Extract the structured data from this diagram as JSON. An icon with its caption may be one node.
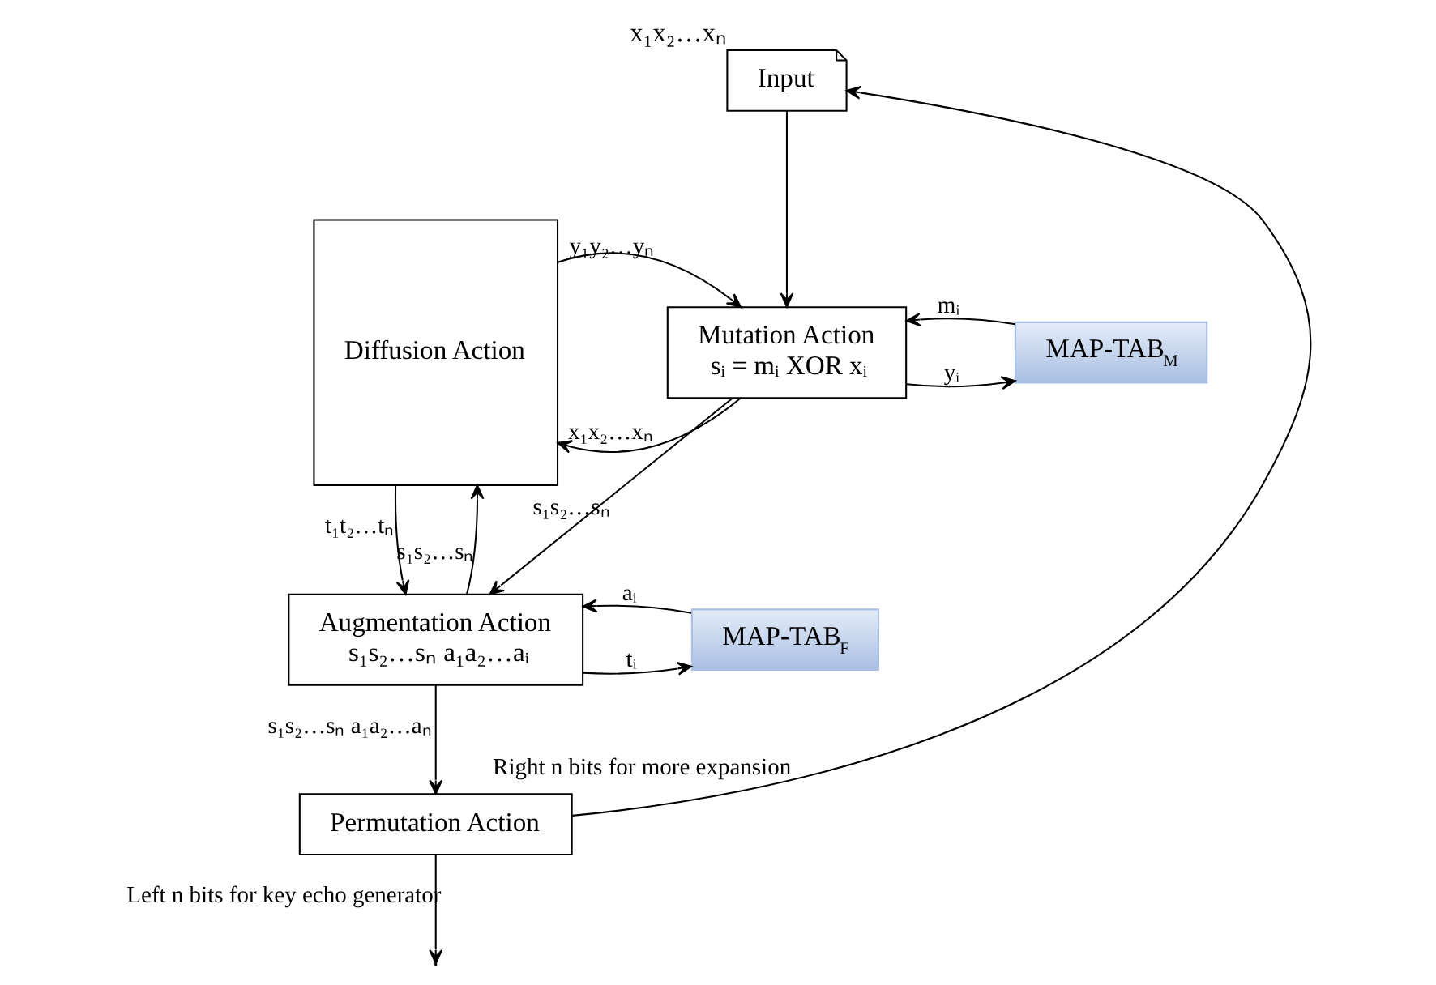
{
  "diagram": {
    "nodes": [
      {
        "text": [
          "Input"
        ],
        "beside": [
          "x₁x₂…xₙ"
        ]
      },
      {
        "text": [
          "Mutation Action",
          "sᵢ = mᵢ XOR xᵢ"
        ]
      },
      {
        "text": [
          "Diffusion Action"
        ]
      },
      {
        "text": [
          "MAP-TAB$_{M}$"
        ]
      },
      {
        "text": [
          "Augmentation Action",
          "s₁s₂…sₙ a₁a₂…aᵢ"
        ]
      },
      {
        "text": [
          "MAP-TAB$_{F}$"
        ]
      },
      {
        "text": [
          "Permutation Action"
        ]
      }
    ],
    "edges": [
      {
        "from": 0,
        "to": 1,
        "arrow": "to"
      },
      {
        "from": 1,
        "to": 2,
        "arrow": "to",
        "label": "x₁x₂…xₙ"
      },
      {
        "from": 2,
        "to": 1,
        "arrow": "to",
        "label": "y₁y₂…yₙ"
      },
      {
        "from": 1,
        "to": 3,
        "arrow": "to",
        "label": "yᵢ"
      },
      {
        "from": 3,
        "to": 1,
        "arrow": "to",
        "label": "mᵢ"
      },
      {
        "from": 1,
        "to": 4,
        "arrow": "to",
        "label": "s₁s₂…sₙ"
      },
      {
        "from": 4,
        "to": 2,
        "arrow": "to",
        "label": "s₁s₂…sₙ"
      },
      {
        "from": 2,
        "to": 4,
        "arrow": "to",
        "label": "t₁t₂…tₙ"
      },
      {
        "from": 4,
        "to": 5,
        "arrow": "to",
        "label": "tᵢ"
      },
      {
        "from": 5,
        "to": 4,
        "arrow": "to",
        "label": "aᵢ"
      },
      {
        "from": 4,
        "to": 6,
        "arrow": "to",
        "label": "s₁s₂…sₙ a₁a₂…aₙ"
      },
      {
        "from": 6,
        "to": 0,
        "arrow": "to",
        "label": "Right n bits for more expansion"
      },
      {
        "from": 6,
        "to": null,
        "arrow": "to",
        "label": "Left n bits for key echo generator"
      }
    ]
  }
}
